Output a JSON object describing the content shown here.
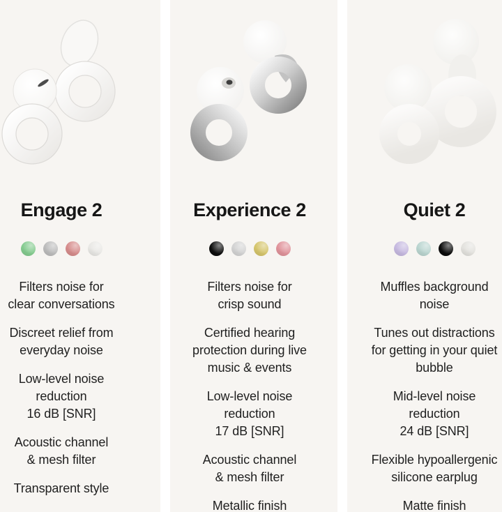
{
  "theme": {
    "page_background": "#ffffff",
    "card_background": "#f7f5f2",
    "text_color": "#1f1f1f"
  },
  "products": [
    {
      "name": "Engage 2",
      "image_alt": "engage-2-transparent-earplugs",
      "swatches": [
        {
          "name": "green",
          "color": "#84cb8f"
        },
        {
          "name": "silver",
          "color": "#bcbcbc"
        },
        {
          "name": "rose",
          "color": "#d68c8c"
        },
        {
          "name": "white",
          "color": "#e9e8e5"
        }
      ],
      "features": [
        [
          "Filters noise for",
          "clear conversations"
        ],
        [
          "Discreet relief from",
          "everyday noise"
        ],
        [
          "Low-level noise",
          "reduction",
          "16 dB [SNR]"
        ],
        [
          "Acoustic channel",
          "& mesh filter"
        ],
        [
          "Transparent style"
        ]
      ]
    },
    {
      "name": "Experience 2",
      "image_alt": "experience-2-metallic-silver-earplugs",
      "swatches": [
        {
          "name": "black",
          "color": "#0d0d0d"
        },
        {
          "name": "silver",
          "color": "#d3d3d3"
        },
        {
          "name": "gold",
          "color": "#d5c56c"
        },
        {
          "name": "rose",
          "color": "#e0939b"
        }
      ],
      "features": [
        [
          "Filters noise for",
          "crisp sound"
        ],
        [
          "Certified hearing",
          "protection during live",
          "music & events"
        ],
        [
          "Low-level noise",
          "reduction",
          "17 dB [SNR]"
        ],
        [
          "Acoustic channel",
          "& mesh filter"
        ],
        [
          "Metallic finish"
        ]
      ]
    },
    {
      "name": "Quiet 2",
      "image_alt": "quiet-2-matte-white-earplugs",
      "swatches": [
        {
          "name": "lavender",
          "color": "#c6b9e0"
        },
        {
          "name": "mint",
          "color": "#bad5d0"
        },
        {
          "name": "black",
          "color": "#0b0b0b"
        },
        {
          "name": "light-gray",
          "color": "#e3e2de"
        }
      ],
      "features": [
        [
          "Muffles background",
          "noise"
        ],
        [
          "Tunes out distractions",
          "for getting in your quiet",
          "bubble"
        ],
        [
          "Mid-level noise",
          "reduction",
          "24 dB [SNR]"
        ],
        [
          "Flexible hypoallergenic",
          "silicone earplug"
        ],
        [
          "Matte finish"
        ]
      ]
    }
  ]
}
